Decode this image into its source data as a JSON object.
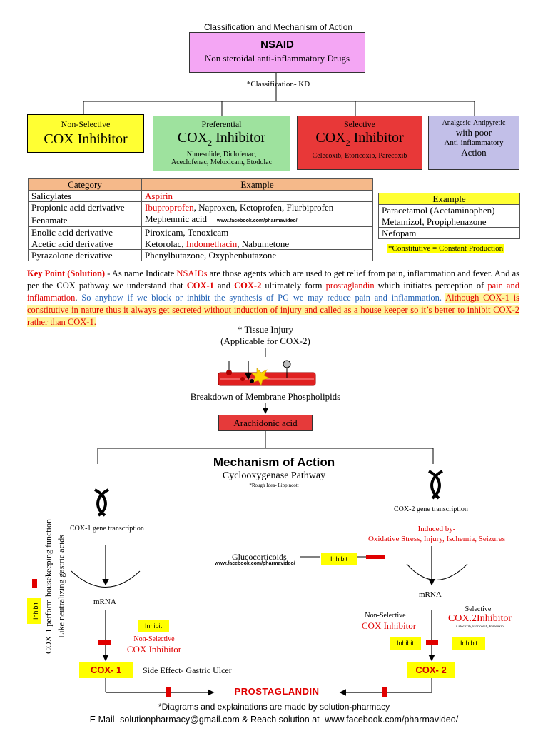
{
  "header": {
    "top_title": "Classification and Mechanism of Action",
    "nsaid_title": "NSAID",
    "nsaid_subtitle": "Non steroidal anti-inflammatory Drugs",
    "classification_ref": "*Classification- KD"
  },
  "classes": {
    "nonselective": {
      "small": "Non-Selective",
      "big": "COX Inhibitor"
    },
    "preferential": {
      "small": "Preferential",
      "big_pre": "COX",
      "sub": "2",
      "big_post": " Inhibitor",
      "examples_1": "Nimesulide, Diclofenac,",
      "examples_2": "Aceclofenac, Meloxicam, Etodolac"
    },
    "selective": {
      "small": "Selective",
      "big_pre": "COX",
      "sub": "2",
      "big_post": " Inhibitor",
      "examples": "Celecoxib, Etoricoxib, Parecoxib"
    },
    "analgesic": {
      "line1": "Analgesic-Antipyretic",
      "line2": "with poor",
      "line3": "Anti-inflammatory",
      "line4": "Action"
    }
  },
  "category_table": {
    "header_category": "Category",
    "header_example": "Example",
    "rows": [
      {
        "category": "Salicylates",
        "ex_red": "Aspirin",
        "ex_rest": ""
      },
      {
        "category": "Propionic acid derivative",
        "ex_red": "Ibuproprofen",
        "ex_rest": ", Naproxen, Ketoprofen, Flurbiprofen"
      },
      {
        "category": "Fenamate",
        "ex_red": "",
        "ex_rest": "Mephenmic acid"
      },
      {
        "category": "Enolic acid derivative",
        "ex_red": "",
        "ex_rest": "Piroxicam, Tenoxicam"
      },
      {
        "category": "Acetic acid derivative",
        "ex_pre": "Ketorolac, ",
        "ex_red": "Indomethacin",
        "ex_rest": ", Nabumetone"
      },
      {
        "category": "Pyrazolone derivative",
        "ex_red": "",
        "ex_rest": "Phenylbutazone, Oxyphenbutazone"
      }
    ],
    "watermark": "www.facebook.com/pharmavideo/"
  },
  "example_table": {
    "header": "Example",
    "rows": [
      "Paracetamol (Acetaminophen)",
      "Metamizol, Propiphenazone",
      "Nefopam"
    ],
    "note": "*Constitutive = Constant Production"
  },
  "key_point": {
    "label": "Key Point (Solution)",
    "t1": " - As name Indicate ",
    "nsaids": "NSAIDs",
    "t2": " are those agents which are used to get relief from pain, inflammation and fever. And as per the COX pathway we understand that ",
    "cox1": "COX-1",
    "t3": " and ",
    "cox2": "COX-2",
    "t4": " ultimately form ",
    "prostaglandin": "prostaglandin",
    "t5": " which initiates perception of ",
    "pain": "pain and inflammation",
    "t6": ". ",
    "blue": "So anyhow if we block or inhibit the synthesis of PG we may reduce pain and inflammation.",
    "t7": " ",
    "highlight": "Although COX-1 is constitutive in nature thus it always get secreted without induction of injury and called as a house keeper so it’s better to inhibit COX-2 rather than COX-1."
  },
  "pathway": {
    "tissue_injury": "* Tissue Injury",
    "applicable": "(Applicable for COX-2)",
    "breakdown": "Breakdown of Membrane Phospholipids",
    "arachidonic": "Arachidonic acid",
    "moa_title": "Mechanism of Action",
    "moa_subtitle": "Cyclooxygenase Pathway",
    "moa_ref": "*Rough Idea- Lippincott",
    "cox1_gene": "COX-1 gene transcription",
    "cox2_gene": "COX-2 gene transcription",
    "induced_by": "Induced by-",
    "induced_list": "Oxidative Stress, Injury, Ischemia, Seizures",
    "glucocorticoids": "Glucocorticoids",
    "watermark2": "www.facebook.com/pharmavideo/",
    "inhibit": "Inhibit",
    "mrna": "mRNA",
    "nonsel_small": "Non-Selective",
    "nonsel_big": "COX Inhibitor",
    "sel_small": "Selective",
    "sel_big": "COX.2Inhibitor",
    "sel_drugs": "Celecoxib, Etoricoxib, Parecoxib",
    "cox1_label": "COX- 1",
    "cox2_label": "COX- 2",
    "side_effect": "Side Effect- Gastric Ulcer",
    "prostaglandin": "PROSTAGLANDIN",
    "side_note_1": "COX-1 perform housekeeping function",
    "side_note_2": "Like neutralizing gastric acids"
  },
  "footer": {
    "line1": "*Diagrams and explainations are made by solution-pharmacy",
    "line2": "E Mail- solutionpharmacy@gmail.com & Reach solution at- www.facebook.com/pharmavideo/"
  },
  "colors": {
    "nsaid_box": "#f4a6f4",
    "nonselective_box": "#ffff33",
    "preferential_box": "#9ee29e",
    "selective_box": "#e83838",
    "analgesic_box": "#c2bfe8",
    "table_header": "#f5b98a",
    "arachidonic_box": "#e63a3a",
    "accent_red": "#e00000",
    "highlight_yellow": "#ffff00"
  }
}
